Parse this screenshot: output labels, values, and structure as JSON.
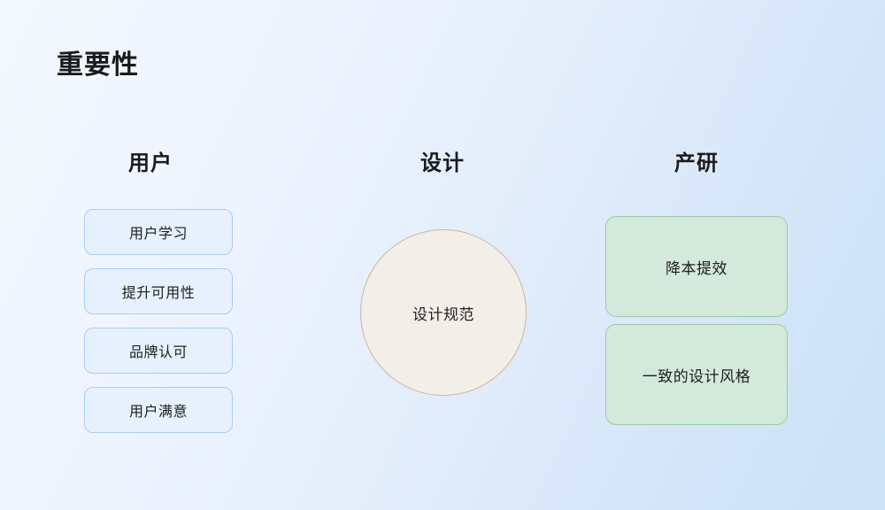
{
  "slide": {
    "title": "重要性",
    "background": {
      "from": "#f4f8ff",
      "to": "#cbe1f6"
    }
  },
  "columns": {
    "users": {
      "header": "用户",
      "accent_border": "#a8cdf0",
      "accent_fill": "#e6f1fd",
      "items": [
        {
          "label": "用户学习"
        },
        {
          "label": "提升可用性"
        },
        {
          "label": "品牌认可"
        },
        {
          "label": "用户满意"
        }
      ]
    },
    "design": {
      "header": "设计",
      "accent_border": "#cdb79a",
      "accent_fill": "#f2efe9",
      "center_label": "设计规范"
    },
    "rnd": {
      "header": "产研",
      "accent_border": "#9ecaa9",
      "accent_fill": "#d3e9dc",
      "items": [
        {
          "label": "降本提效"
        },
        {
          "label": "一致的设计风格"
        }
      ]
    }
  }
}
